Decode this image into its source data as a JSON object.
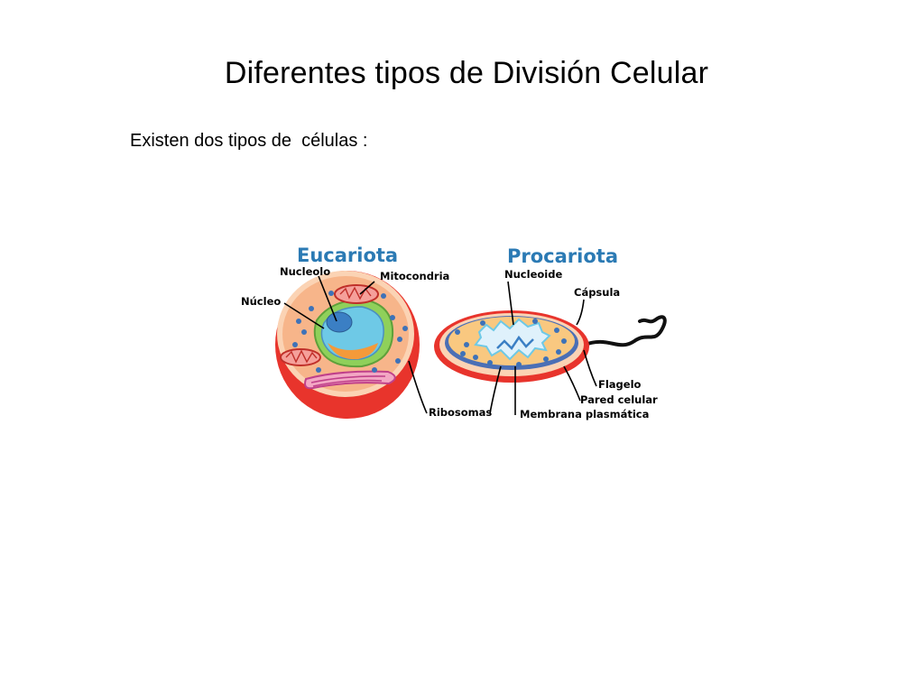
{
  "slide": {
    "title": "Diferentes tipos de División Celular",
    "text": "Existen dos tipos de  células :"
  },
  "diagram": {
    "eucariota": {
      "heading": "Eucariota",
      "heading_color": "#2b7ab4",
      "labels": {
        "nucleolo": "Nucleolo",
        "mitocondria": "Mitocondria",
        "nucleo": "Núcleo",
        "ribosomas": "Ribosomas"
      }
    },
    "procariota": {
      "heading": "Procariota",
      "heading_color": "#2b7ab4",
      "labels": {
        "nucleoide": "Nucleoide",
        "capsula": "Cápsula",
        "flagelo": "Flagelo",
        "pared_celular": "Pared celular",
        "membrana_plasmatica": "Membrana plasmática"
      }
    },
    "colors": {
      "cell_wall_red": "#e8342c",
      "cytoplasm_peach": "#f7b58a",
      "cytoplasm_orange": "#f9c880",
      "nucleus_blue": "#6ec9e6",
      "nucleolus_blue": "#3b7fc4",
      "er_green": "#7cc34a",
      "membrane_blue": "#4b6fb5",
      "golgi_purple": "#c0408a",
      "ribosome_blue": "#3e72b8"
    }
  }
}
